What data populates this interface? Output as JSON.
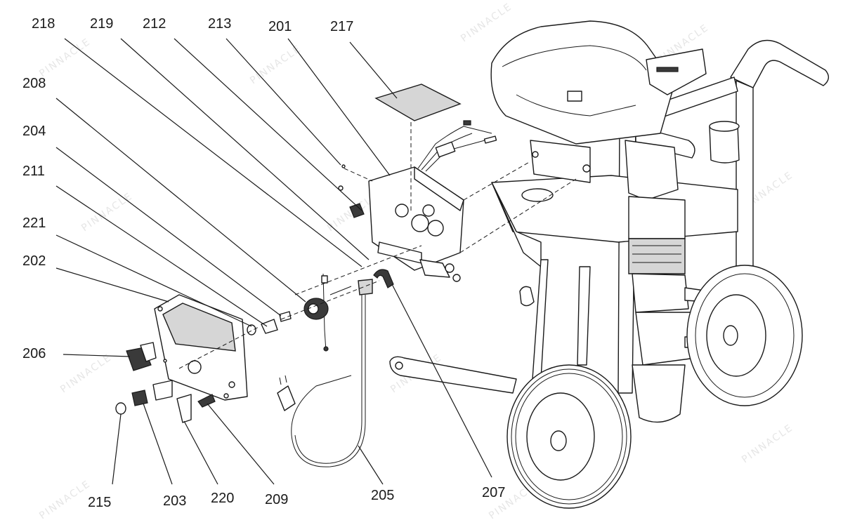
{
  "diagram": {
    "callouts": [
      {
        "id": "218",
        "text": "218"
      },
      {
        "id": "219",
        "text": "219"
      },
      {
        "id": "212",
        "text": "212"
      },
      {
        "id": "213",
        "text": "213"
      },
      {
        "id": "201",
        "text": "201"
      },
      {
        "id": "217",
        "text": "217"
      },
      {
        "id": "208",
        "text": "208"
      },
      {
        "id": "204",
        "text": "204"
      },
      {
        "id": "211",
        "text": "211"
      },
      {
        "id": "221",
        "text": "221"
      },
      {
        "id": "202",
        "text": "202"
      },
      {
        "id": "206",
        "text": "206"
      },
      {
        "id": "215",
        "text": "215"
      },
      {
        "id": "203",
        "text": "203"
      },
      {
        "id": "220",
        "text": "220"
      },
      {
        "id": "209",
        "text": "209"
      },
      {
        "id": "205",
        "text": "205"
      },
      {
        "id": "207",
        "text": "207"
      }
    ],
    "watermark": "PINNACLE"
  }
}
